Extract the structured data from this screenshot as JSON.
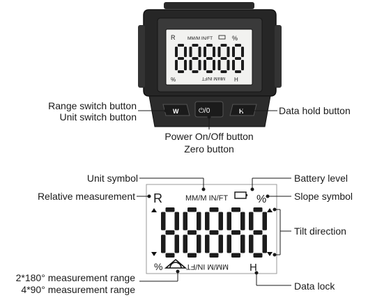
{
  "device": {
    "screen": {
      "left_label": "R",
      "units": "MM/M IN/FT",
      "right_label": "%",
      "digits": "88888",
      "bottom_left": "%",
      "bottom_units": "MM/M IN/FT",
      "bottom_right": "H"
    },
    "buttons": {
      "left": "W",
      "center": "⏻/0",
      "right": "H"
    }
  },
  "callouts_top": {
    "range_switch": "Range switch button",
    "unit_switch": "Unit switch button",
    "data_hold": "Data hold button",
    "power": "Power On/Off button",
    "zero": "Zero button"
  },
  "display": {
    "left_label": "R",
    "units": "MM/M IN/FT",
    "right_label": "%",
    "digits": "88888",
    "bottom_left": "%",
    "bottom_units": "MM/M IN/FT",
    "bottom_right": "H"
  },
  "callouts_bottom": {
    "unit_symbol": "Unit symbol",
    "battery_level": "Battery level",
    "relative_measurement": "Relative measurement",
    "slope_symbol": "Slope symbol",
    "tilt_direction": "Tilt direction",
    "range_180": "2*180° measurement range",
    "range_90": "4*90° measurement range",
    "data_lock": "Data lock"
  }
}
